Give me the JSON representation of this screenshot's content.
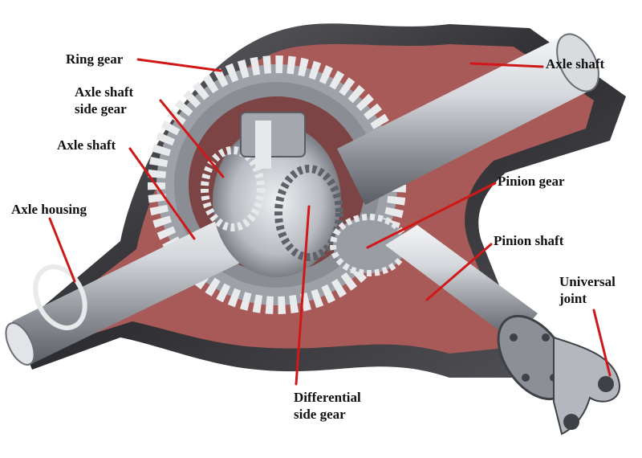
{
  "labels": {
    "ring_gear": "Ring gear",
    "axle_shaft_right": "Axle shaft",
    "axle_shaft_side_gear_line1": "Axle shaft",
    "axle_shaft_side_gear_line2": "side gear",
    "axle_shaft_left": "Axle shaft",
    "pinion_gear": "Pinion gear",
    "axle_housing": "Axle housing",
    "pinion_shaft": "Pinion shaft",
    "universal_joint_line1": "Universal",
    "universal_joint_line2": "joint",
    "differential_side_gear_line1": "Differential",
    "differential_side_gear_line2": "side gear"
  },
  "colors": {
    "leader_line": "#d01818",
    "housing_interior": "#a85a58",
    "housing_shell": "#4a4a4c",
    "steel": "#c9ccd0",
    "label_text": "#111111"
  }
}
